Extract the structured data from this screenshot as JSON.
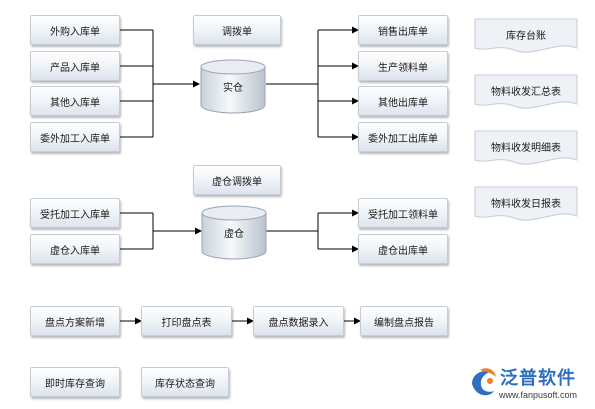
{
  "inbound": [
    "外购入库单",
    "产品入库单",
    "其他入库单",
    "委外加工入库单"
  ],
  "transfer": "调拨单",
  "warehouse": "实仓",
  "outbound": [
    "销售出库单",
    "生产领料单",
    "其他出库单",
    "委外加工出库单"
  ],
  "reports": [
    "库存台账",
    "物料收发汇总表",
    "物料收发明细表",
    "物料收发日报表"
  ],
  "virtual_transfer": "虚仓调拨单",
  "virtual_inbound": [
    "受托加工入库单",
    "虚仓入库单"
  ],
  "virtual_warehouse": "虚仓",
  "virtual_outbound": [
    "受托加工领料单",
    "虚仓出库单"
  ],
  "stocktake": [
    "盘点方案新增",
    "打印盘点表",
    "盘点数据录入",
    "编制盘点报告"
  ],
  "queries": [
    "即时库存查询",
    "库存状态查询"
  ],
  "brand": {
    "name": "泛普软件",
    "url": "www.fanpusoft.com",
    "color": "#2f6fc2"
  }
}
